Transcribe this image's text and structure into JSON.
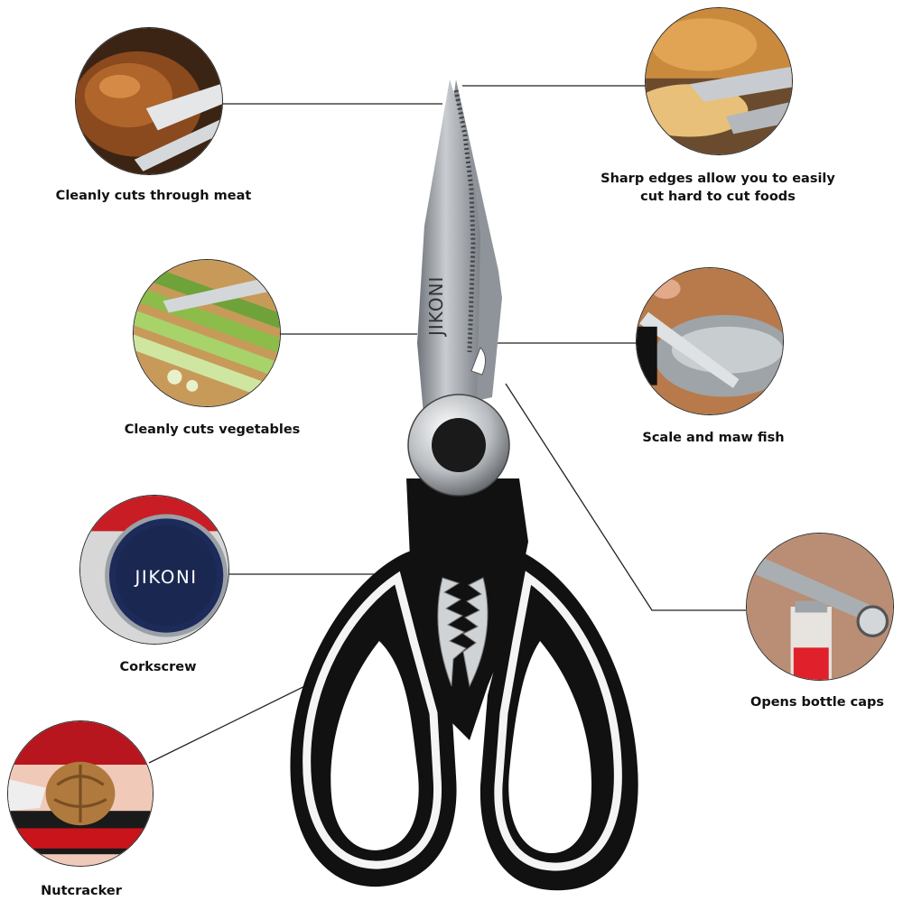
{
  "brand": {
    "logo_text": "JIKONI"
  },
  "features": [
    {
      "id": "meat",
      "label_lines": [
        "Cleanly cuts through meat"
      ],
      "icon": "roast-chicken-icon"
    },
    {
      "id": "hard-foods",
      "label_lines": [
        "Sharp edges allow you to easily",
        "cut hard to cut foods"
      ],
      "icon": "pizza-crust-icon"
    },
    {
      "id": "vegetables",
      "label_lines": [
        "Cleanly cuts vegetables"
      ],
      "icon": "green-onion-icon"
    },
    {
      "id": "fish",
      "label_lines": [
        "Scale and maw fish"
      ],
      "icon": "fish-icon"
    },
    {
      "id": "corkscrew",
      "label_lines": [
        "Corkscrew"
      ],
      "icon": "bottle-cap-icon"
    },
    {
      "id": "bottle",
      "label_lines": [
        "Opens bottle caps"
      ],
      "icon": "bottle-opener-icon"
    },
    {
      "id": "nut",
      "label_lines": [
        "Nutcracker"
      ],
      "icon": "walnut-icon"
    }
  ],
  "colors": {
    "handle_black": "#111111",
    "handle_white": "#f4f4f4",
    "blade_steel": "#9aa0a6",
    "text": "#111111",
    "leader_line": "#222222"
  }
}
